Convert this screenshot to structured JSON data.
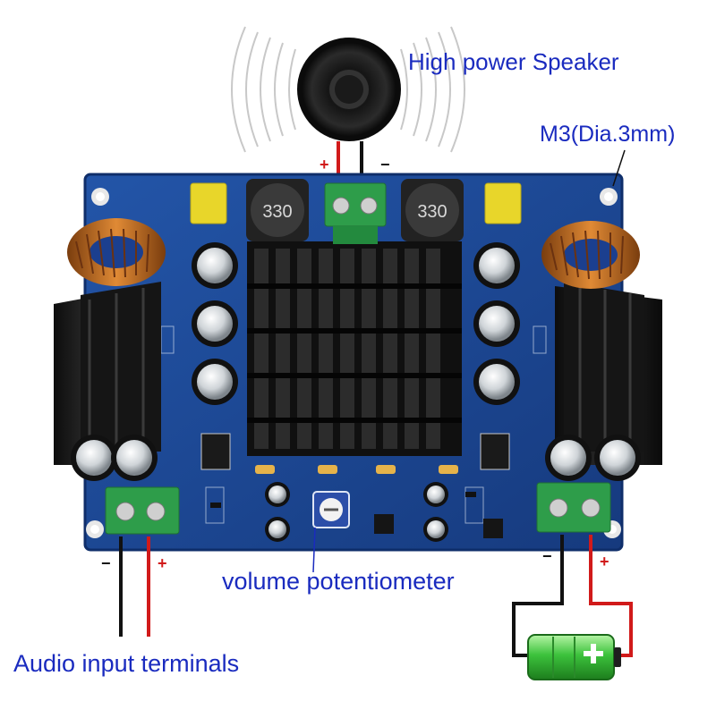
{
  "labels": {
    "speaker": "High power Speaker",
    "mounting_hole": "M3(Dia.3mm)",
    "volume": "volume potentiometer",
    "audio_input": "Audio input terminals"
  },
  "board_text": {
    "inductor_left": "330",
    "inductor_right": "330"
  },
  "polarity": {
    "plus": "+",
    "minus": "−"
  },
  "colors": {
    "label_blue": "#1a2bbf",
    "board_blue": "#1b3f8f",
    "wire_red": "#d11a1a",
    "wire_black": "#111111",
    "terminal_green": "#2e9d4a",
    "battery_green": "#3cc23c"
  }
}
